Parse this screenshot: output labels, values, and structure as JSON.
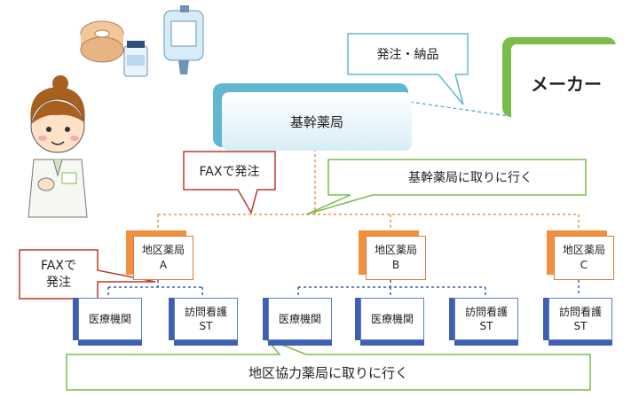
{
  "callouts": {
    "order_delivery": "発注・納品",
    "fax_order_top": "FAXで発注",
    "pickup_hub": "基幹薬局に取りに行く",
    "fax_order_left": [
      "FAXで",
      "発注"
    ],
    "pickup_regional": "地区協力薬局に取りに行く"
  },
  "nodes": {
    "maker": "メーカー",
    "hub_pharmacy": "基幹薬局",
    "regional": [
      {
        "name": "地区薬局",
        "id": "A"
      },
      {
        "name": "地区薬局",
        "id": "B"
      },
      {
        "name": "地区薬局",
        "id": "C"
      }
    ],
    "facilities": [
      {
        "name": "医療機関",
        "sub": ""
      },
      {
        "name": "訪問看護",
        "sub": "ST"
      },
      {
        "name": "医療機関",
        "sub": ""
      },
      {
        "name": "医療機関",
        "sub": ""
      },
      {
        "name": "訪問看護",
        "sub": "ST"
      },
      {
        "name": "訪問看護",
        "sub": "ST"
      }
    ]
  },
  "colors": {
    "hub_accent": "#5fb8cf",
    "maker_accent": "#7cbd4a",
    "regional_accent": "#f0913f",
    "facility_accent": "#3f5fb3",
    "fax_callout": "#c0392b",
    "pickup_callout": "#7cbd4a",
    "order_callout": "#5fb8cf"
  },
  "icons": [
    "nurse-illustration",
    "medicine-supplies-illustration"
  ]
}
